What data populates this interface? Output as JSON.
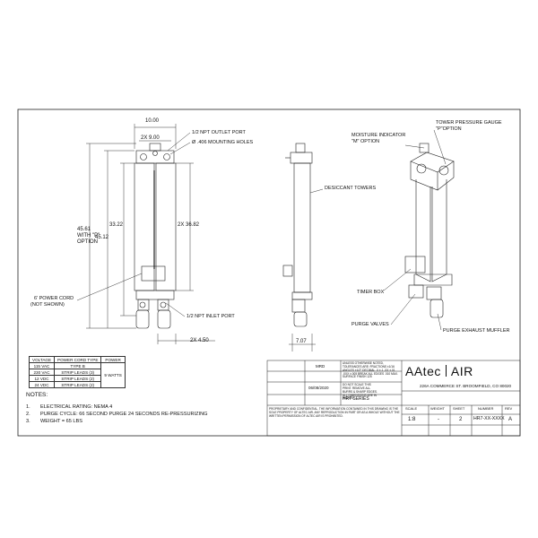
{
  "drawing": {
    "dims": {
      "width_top": "10.00",
      "width_2x": "2X 9.00",
      "outlet_port": "1/2 NPT OUTLET PORT",
      "mounting_holes": "Ø .406 MOUNTING HOLES",
      "h_total": "45.61",
      "h_with_p": "WITH \"P\"",
      "h_option": "OPTION",
      "h_45_12": "45.12",
      "h_33_22": "33.22",
      "h_36_82": "2X 36.82",
      "power_cord": "6' POWER CORD",
      "power_cord_note": "(NOT SHOWN)",
      "inlet_port": "1/2 NPT INLET PORT",
      "bottom_2x": "2X 4.50",
      "side_depth": "7.07"
    },
    "callouts": {
      "moisture_indicator": "MOISTURE INDICATOR",
      "m_option": "\"M\" OPTION",
      "desiccant": "DESICCANT TOWERS",
      "pressure_gauge": "TOWER PRESSURE GAUGE",
      "p_option": "\"P\"OPTION",
      "timer_box": "TIMER BOX",
      "purge_valves": "PURGE VALVES",
      "muffler": "PURGE EXHAUST MUFFLER"
    }
  },
  "spec_table": {
    "headers": [
      "VOLTAGE",
      "POWER CORD TYPE",
      "POWER"
    ],
    "rows": [
      [
        "115 VAC",
        "TYPE B"
      ],
      [
        "230 VAC",
        "STRIP LEADS (3)"
      ],
      [
        "12 VDC",
        "STRIP LEADS (2)"
      ],
      [
        "24 VDC",
        "STRIP LEADS (2)"
      ]
    ],
    "power": "9 WATTS"
  },
  "notes": {
    "title": "NOTES:",
    "items": [
      {
        "n": "1.",
        "text": "ELECTRICAL RATING: NEMA 4"
      },
      {
        "n": "2.",
        "text": "PURGE CYCLE: 66 SECOND PURGE 24 SECONDS RE-PRESSURIZING"
      },
      {
        "n": "3.",
        "text": "WEIGHT = 65 LBS"
      }
    ]
  },
  "title_block": {
    "drawn_by": "MRD",
    "date": "06/08/2020",
    "tolerance_text": "UNLESS OTHERWISE NOTED, TOLERANCES ARE: FRACTIONS ±1/16 ANGLES ±1/2° DECIMAL .X ±.1 .XX ±.01 .XXX ±.005 BREAK ALL EDGES .010 MAX. SURFACE FINISH 125",
    "scale_note": "DO NOT SCALE THIS PRINT. REMOVE ALL BURRS & SHARP EDGES. ALL DIMENSIONS ARE IN INCHES.",
    "series": "HR7 SERIES",
    "logo_left": "AAtec",
    "logo_right": "AIR",
    "address": "226A COMMERCE ST. BROOMFIELD, CO 80020",
    "proprietary": "PROPRIETARY AND CONFIDENTIAL. THE INFORMATION CONTAINED IN THIS DRAWING IS THE SOLE PROPERTY OF ALTEC AIR. ANY REPRODUCTION IN PART OR AS A WHOLE WITHOUT THE WRITTEN PERMISSION OF ALTEC AIR IS PROHIBITED.",
    "labels": {
      "scale": "SCALE",
      "weight": "WEIGHT",
      "sheet": "SHEET",
      "number": "NUMBER",
      "rev": "REV"
    },
    "values": {
      "scale": "1:8",
      "weight": "-",
      "sheet": "2",
      "number": "HR7-XX-XXXX",
      "rev": "A"
    }
  }
}
